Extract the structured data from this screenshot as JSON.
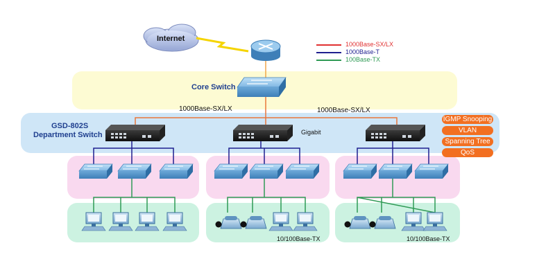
{
  "internet": {
    "label": "Internet"
  },
  "legend": [
    {
      "label": "1000Base-SX/LX",
      "color": "#e03131"
    },
    {
      "label": "1000Base-T",
      "color": "#1f1f8f"
    },
    {
      "label": "100Base-TX",
      "color": "#2f9a55"
    }
  ],
  "core": {
    "label": "Core Switch"
  },
  "links": {
    "left": "1000Base-SX/LX",
    "right": "1000Base-SX/LX"
  },
  "department": {
    "model": "GSD-802S",
    "subtitle": "Department Switch"
  },
  "gigabit_label": "Gigabit",
  "features": [
    "IGMP Snooping",
    "VLAN",
    "Spanning Tree",
    "QoS"
  ],
  "access": {
    "label_middle": "10/100Base-TX",
    "label_right": "10/100Base-TX"
  },
  "colors": {
    "core_band": "#fdfbd3",
    "dept_band": "#cfe6f7",
    "access_band": "#f9d9ef",
    "edge_band": "#ccf2e1",
    "feature": "#f26f21",
    "fiber": "#e8763a",
    "copper_t": "#1f1f8f",
    "copper_tx": "#2f9a55"
  }
}
